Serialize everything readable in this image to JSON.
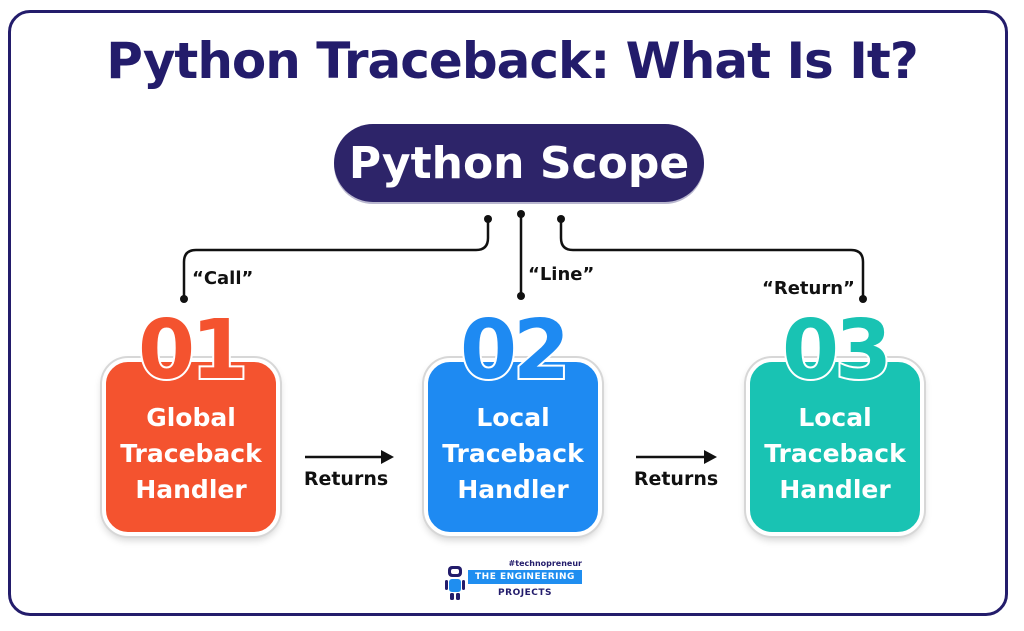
{
  "title": "Python Traceback: What Is It?",
  "scope": {
    "label": "Python Scope"
  },
  "connectors": [
    {
      "label": "“Call”"
    },
    {
      "label": "“Line”"
    },
    {
      "label": "“Return”"
    }
  ],
  "handlers": [
    {
      "number": "01",
      "lines": [
        "Global",
        "Traceback",
        "Handler"
      ],
      "color": "#f4532f"
    },
    {
      "number": "02",
      "lines": [
        "Local",
        "Traceback",
        "Handler"
      ],
      "color": "#1e8af2"
    },
    {
      "number": "03",
      "lines": [
        "Local",
        "Traceback",
        "Handler"
      ],
      "color": "#19c3b3"
    }
  ],
  "arrows": [
    {
      "label": "Returns"
    },
    {
      "label": "Returns"
    }
  ],
  "logo": {
    "tagline": "#technopreneur",
    "banner": "THE ENGINEERING",
    "subtitle": "PROJECTS"
  },
  "colors": {
    "navy": "#231c6b",
    "white": "#ffffff"
  }
}
